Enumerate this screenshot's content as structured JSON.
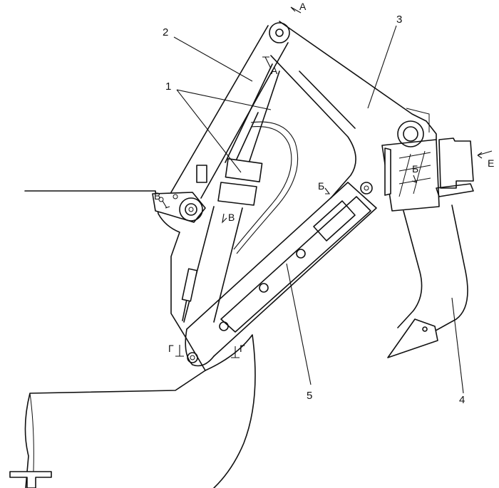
{
  "callouts": {
    "c1": "1",
    "c2": "2",
    "c3": "3",
    "c4": "4",
    "c5": "5"
  },
  "sections": {
    "a_top": "А",
    "a_mid": "А",
    "b_left": "Б",
    "b_right": "Б",
    "v_left": "В",
    "v_right": "В",
    "g_left": "Г",
    "g_right": "Г",
    "e_view": "Е"
  }
}
